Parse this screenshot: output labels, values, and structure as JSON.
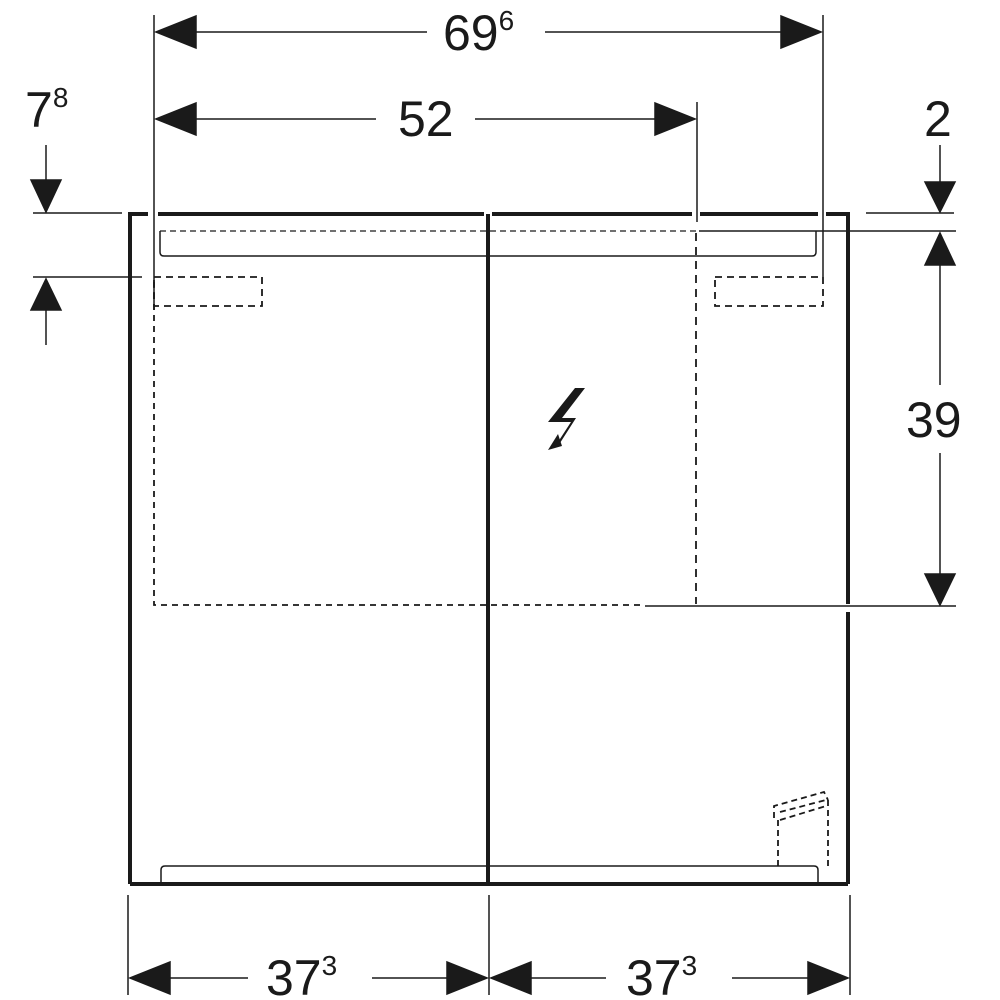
{
  "colors": {
    "ink": "#1a1a1a",
    "background": "#ffffff"
  },
  "drawing": {
    "type": "mirror-cabinet-front-view",
    "symbols": [
      "electrical-connection-icon",
      "socket-outlet-icon"
    ]
  },
  "dimensions": {
    "overall_width": {
      "main": "69",
      "sup": "6"
    },
    "inner_width": {
      "main": "52",
      "sup": ""
    },
    "left_top_offset": {
      "main": "7",
      "sup": "8"
    },
    "right_top_offset": {
      "main": "2",
      "sup": ""
    },
    "right_height": {
      "main": "39",
      "sup": ""
    },
    "bottom_left_width": {
      "main": "37",
      "sup": "3"
    },
    "bottom_right_width": {
      "main": "37",
      "sup": "3"
    }
  }
}
